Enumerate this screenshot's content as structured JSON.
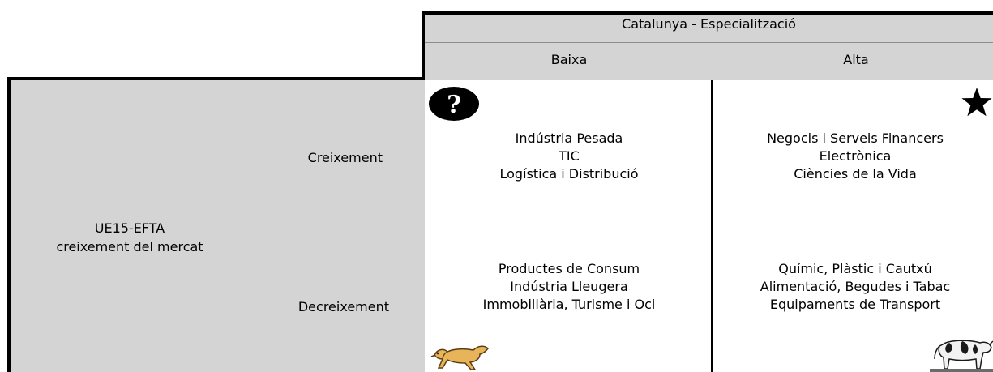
{
  "header": {
    "title": "Catalunya - Especialització",
    "col_low": "Baixa",
    "col_high": "Alta"
  },
  "side": {
    "title_line1": "UE15-EFTA",
    "title_line2": "creixement del mercat",
    "row_growth": "Creixement",
    "row_decline": "Decreixement"
  },
  "quadrants": {
    "top_left": [
      "Indústria Pesada",
      "TIC",
      "Logística i Distribució"
    ],
    "top_right": [
      "Negocis i Serveis Financers",
      "Electrònica",
      "Ciències de la Vida"
    ],
    "bottom_left": [
      "Productes de Consum",
      "Indústria Lleugera",
      "Immobiliària, Turisme i Oci"
    ],
    "bottom_right": [
      "Químic, Plàstic i Cautxú",
      "Alimentació, Begudes i Tabac",
      "Equipaments de Transport"
    ]
  },
  "icons": {
    "top_left": "question-mark-icon",
    "top_right": "star-icon",
    "bottom_left": "dog-icon",
    "bottom_right": "cow-icon"
  },
  "colors": {
    "header_fill": "#d4d4d4",
    "lines": "#000000"
  }
}
